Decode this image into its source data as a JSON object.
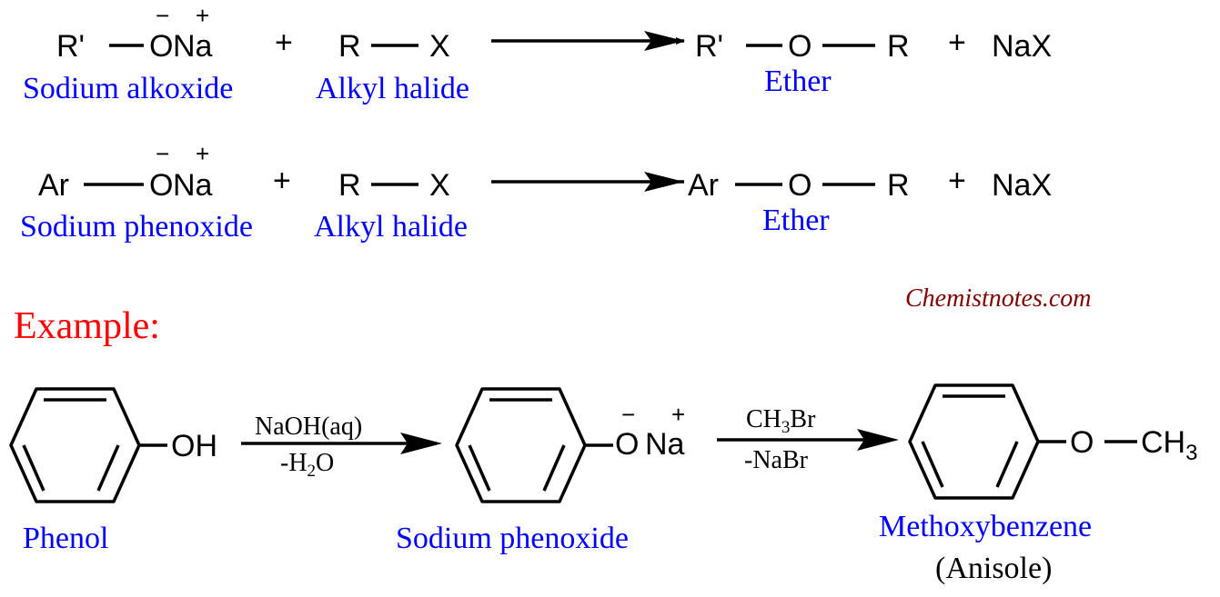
{
  "colors": {
    "label": "#0000FF",
    "example": "#FF0000",
    "watermark": "#800000",
    "ink": "#000000"
  },
  "reaction1": {
    "r_prime": "R'",
    "o": "O",
    "na": "Na",
    "minus": "−",
    "plus_charge": "+",
    "plus": "+",
    "r": "R",
    "x": "X",
    "p_r_prime": "R'",
    "p_o": "O",
    "p_r": "R",
    "p_plus": "+",
    "nax": "NaX",
    "label_alkoxide": "Sodium alkoxide",
    "label_halide": "Alkyl halide",
    "label_ether": "Ether"
  },
  "reaction2": {
    "ar": "Ar",
    "o": "O",
    "na": "Na",
    "minus": "−",
    "plus_charge": "+",
    "plus": "+",
    "r": "R",
    "x": "X",
    "p_ar": "Ar",
    "p_o": "O",
    "p_r": "R",
    "p_plus": "+",
    "nax": "NaX",
    "label_phenoxide": "Sodium phenoxide",
    "label_halide": "Alkyl halide",
    "label_ether": "Ether"
  },
  "watermark": "Chemistnotes.com",
  "example_heading": "Example:",
  "example": {
    "oh": "OH",
    "cond1_top_main": "NaOH(aq)",
    "cond1_bottom_pre": "-H",
    "cond1_bottom_sub": "2",
    "cond1_bottom_post": "O",
    "phenoxide_o": "O",
    "phenoxide_na": "Na",
    "phenoxide_minus": "−",
    "phenoxide_plus": "+",
    "cond2_top_pre": "CH",
    "cond2_top_sub": "3",
    "cond2_top_post": "Br",
    "cond2_bottom": "-NaBr",
    "anisole_o": "O",
    "anisole_ch": "CH",
    "anisole_sub": "3",
    "label_phenol": "Phenol",
    "label_phenoxide": "Sodium phenoxide",
    "label_methoxy": "Methoxybenzene",
    "label_anisole": "(Anisole)"
  }
}
